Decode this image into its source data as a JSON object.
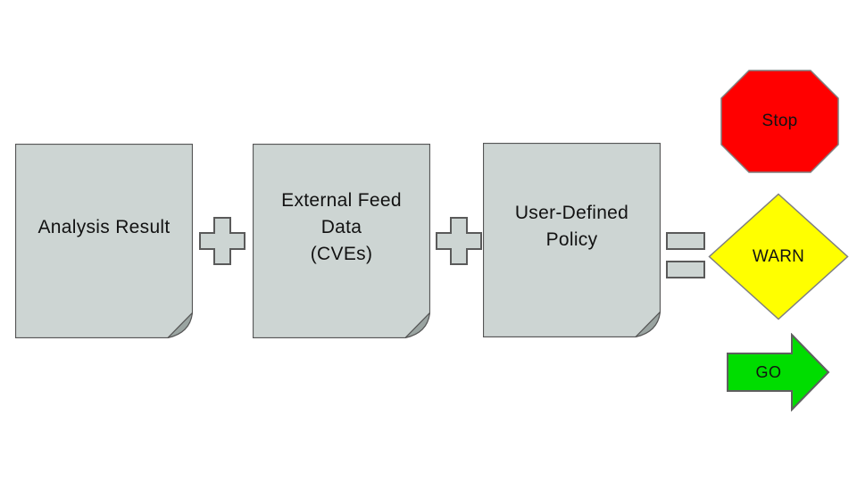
{
  "colors": {
    "background": "#ffffff",
    "document_fill": "#cdd5d3",
    "document_border": "#555555",
    "fold_fill": "#9aa4a1",
    "operator_fill": "#cdd5d3",
    "operator_border": "#5a5a5a",
    "stop_fill": "#ff0000",
    "warn_fill": "#ffff00",
    "go_fill": "#00dd00",
    "outcome_border": "#7f7f7f",
    "text": "#121212"
  },
  "documents": [
    {
      "name": "analysis-result",
      "lines": [
        "Analysis Result"
      ]
    },
    {
      "name": "external-feed-data",
      "lines": [
        "External Feed",
        "Data",
        "(CVEs)"
      ]
    },
    {
      "name": "user-defined-policy",
      "lines": [
        "User-Defined",
        "Policy"
      ]
    }
  ],
  "operators": [
    {
      "name": "plus-icon",
      "meaning": "plus"
    },
    {
      "name": "plus-icon",
      "meaning": "plus"
    },
    {
      "name": "equals-icon",
      "meaning": "equals"
    }
  ],
  "outcomes": [
    {
      "shape": "octagon",
      "label": "Stop"
    },
    {
      "shape": "diamond",
      "label": "WARN"
    },
    {
      "shape": "arrow",
      "label": "GO"
    }
  ]
}
